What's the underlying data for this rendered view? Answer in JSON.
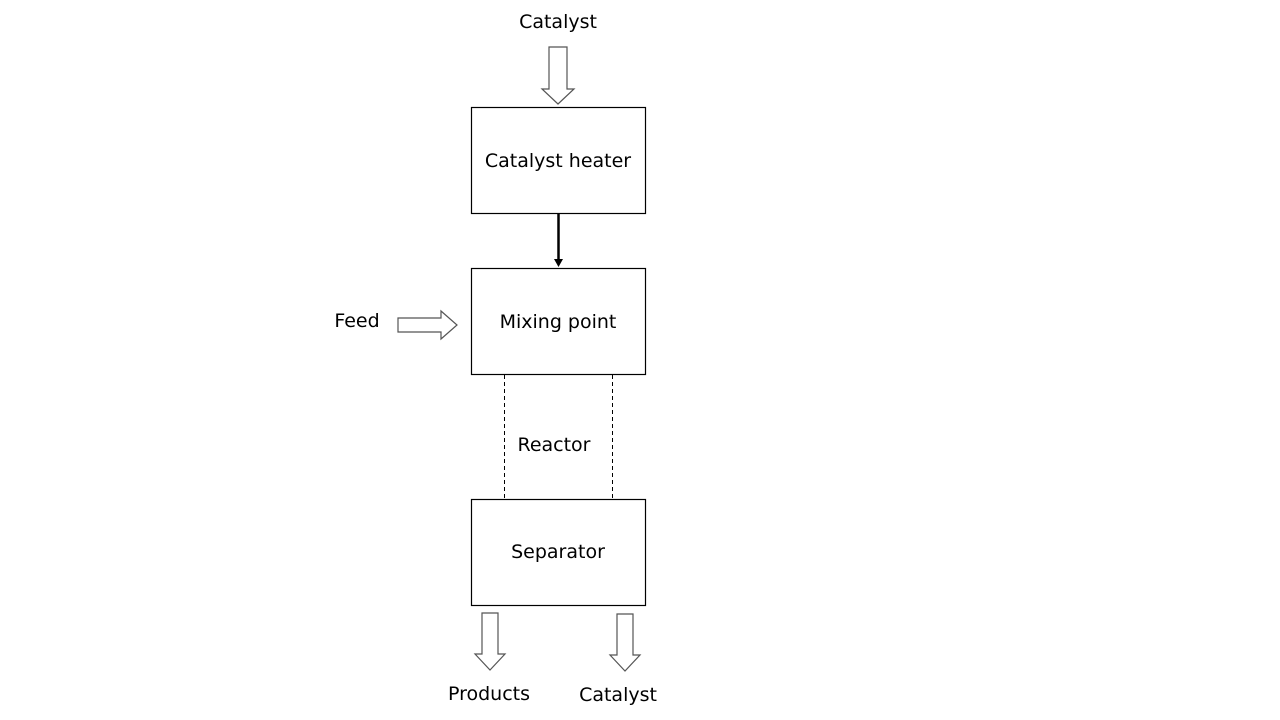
{
  "diagram": {
    "type": "process-flow",
    "inputs": {
      "catalyst_in": "Catalyst",
      "feed": "Feed"
    },
    "blocks": [
      {
        "id": "catalyst-heater",
        "label": "Catalyst heater"
      },
      {
        "id": "mixing-point",
        "label": "Mixing point"
      },
      {
        "id": "reactor",
        "label": "Reactor"
      },
      {
        "id": "separator",
        "label": "Separator"
      }
    ],
    "outputs": {
      "products": "Products",
      "catalyst_out": "Catalyst"
    },
    "connections": [
      {
        "from": "Catalyst",
        "to": "Catalyst heater",
        "style": "hollow-arrow"
      },
      {
        "from": "Catalyst heater",
        "to": "Mixing point",
        "style": "solid-arrow"
      },
      {
        "from": "Feed",
        "to": "Mixing point",
        "style": "hollow-arrow"
      },
      {
        "from": "Mixing point",
        "to": "Separator",
        "style": "dashed-reactor"
      },
      {
        "from": "Separator",
        "to": "Products",
        "style": "hollow-arrow"
      },
      {
        "from": "Separator",
        "to": "Catalyst",
        "style": "hollow-arrow"
      }
    ]
  }
}
